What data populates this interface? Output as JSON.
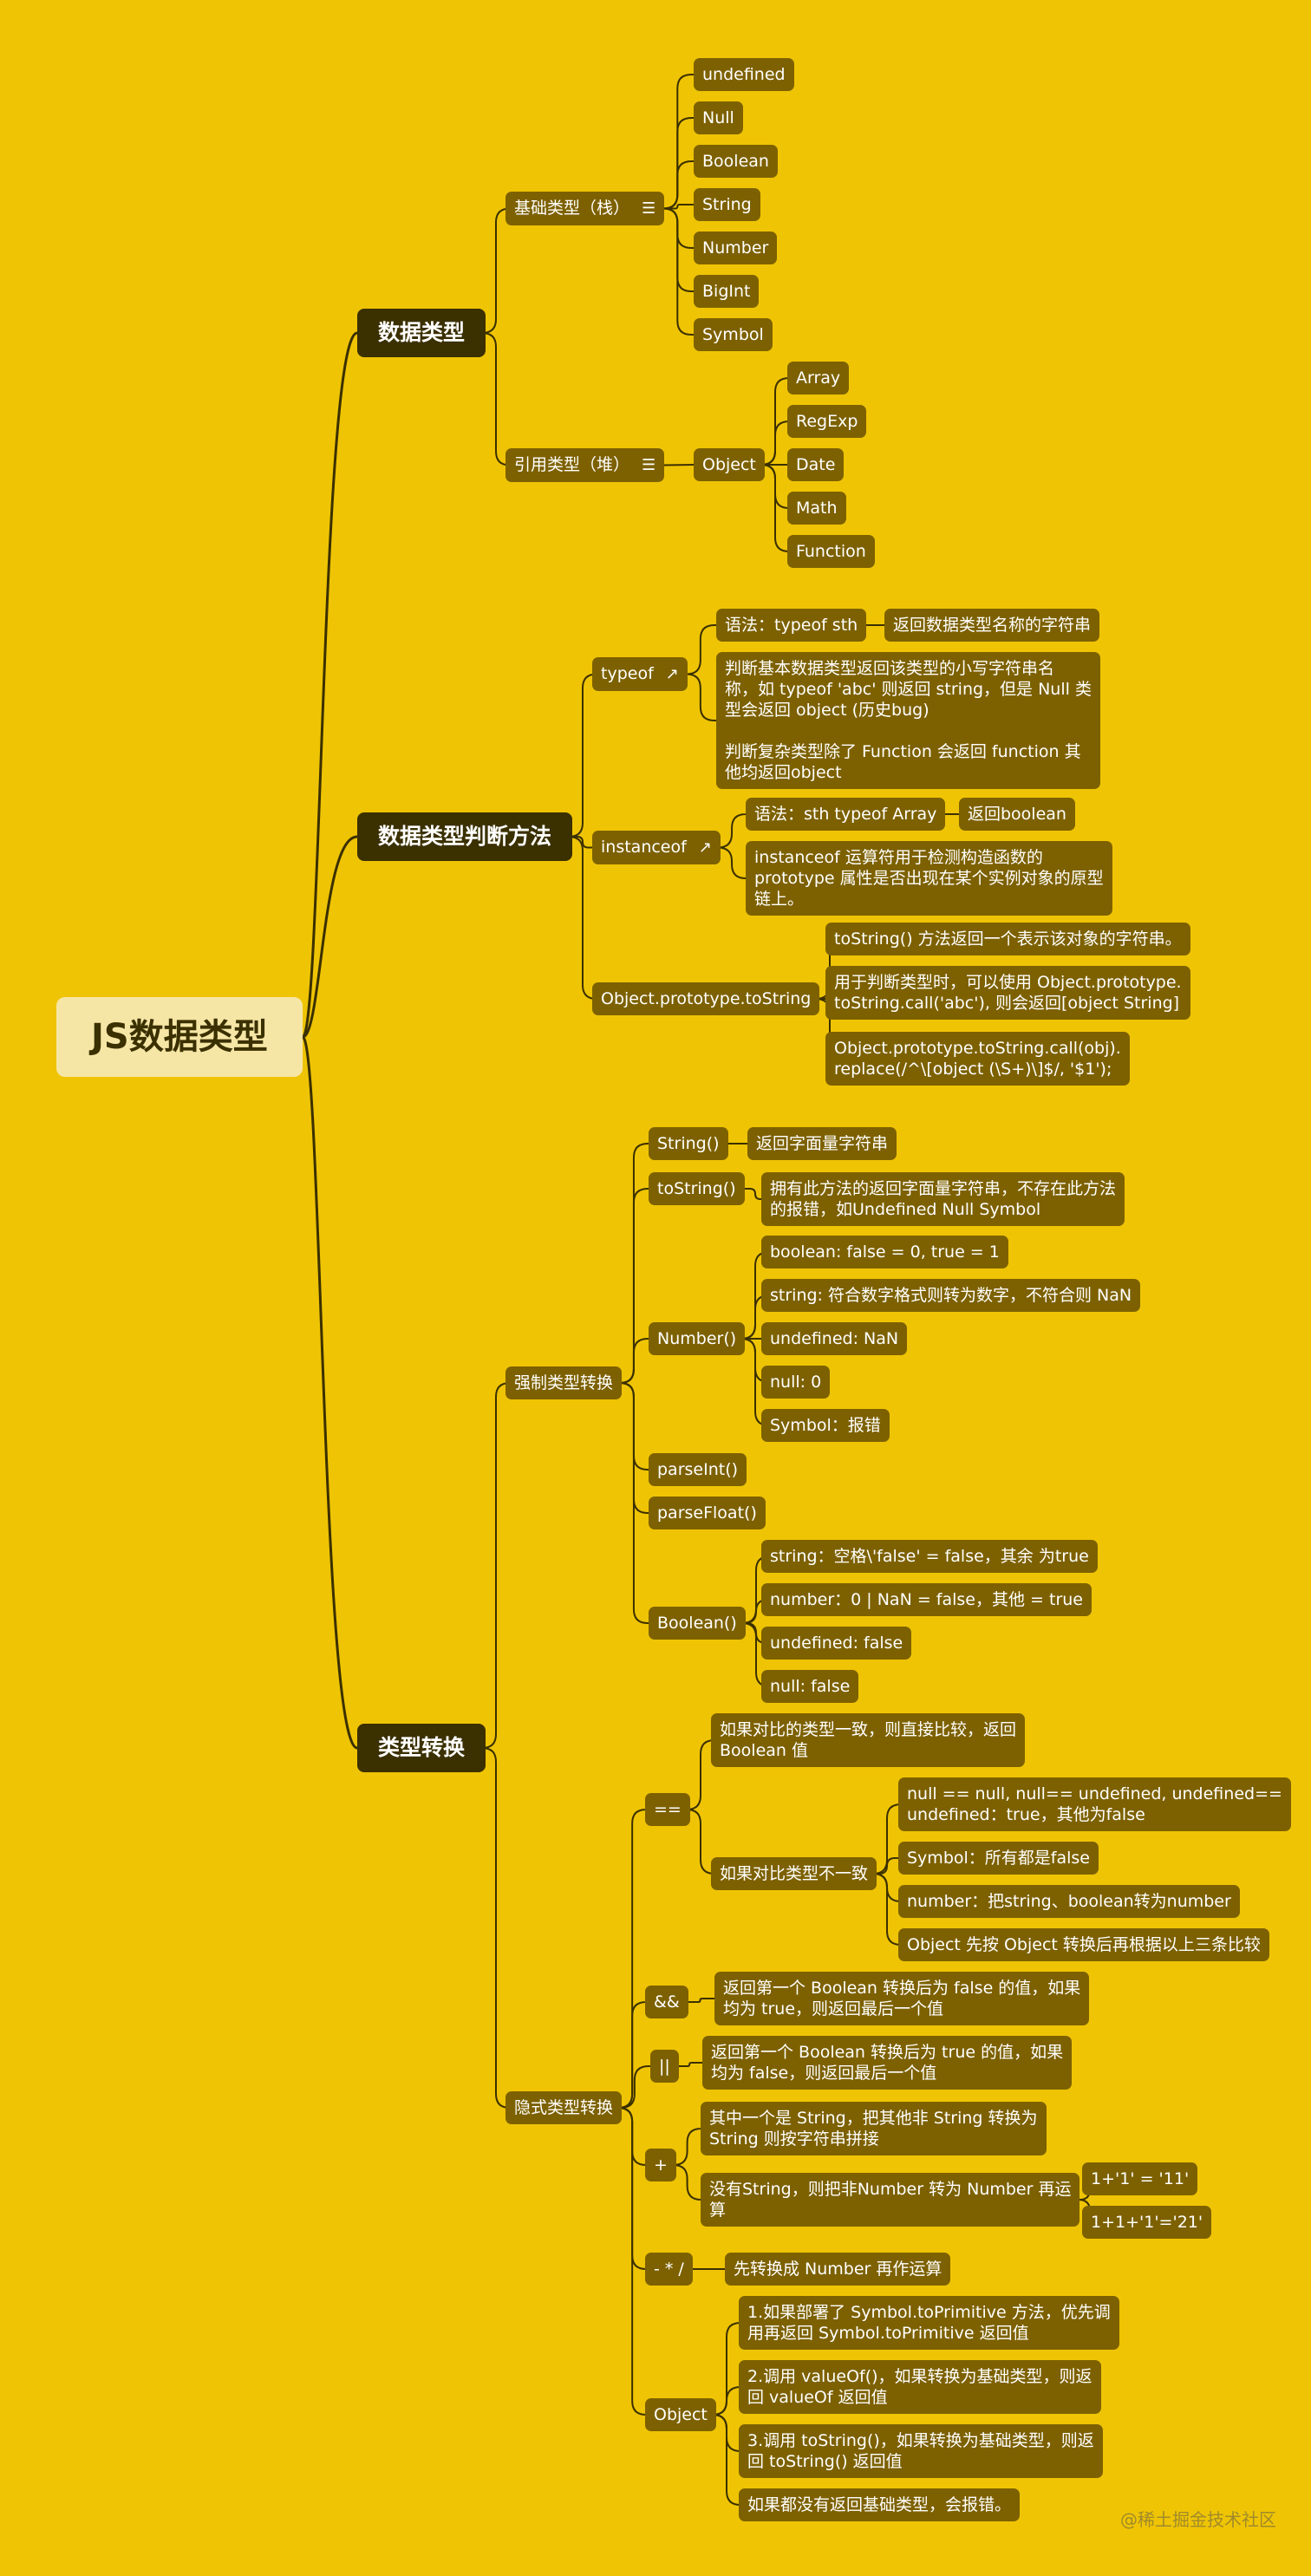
{
  "root": "JS数据类型",
  "watermark": "@稀土掘金技术社区",
  "colors": {
    "background": "#efc404",
    "node": "#7d6100",
    "level1": "#3b3000",
    "root": "#f6e6a6",
    "line": "#3b3000"
  },
  "nodes": [
    {
      "id": "data_types",
      "label": "数据类型",
      "parent": "root",
      "level": 1
    },
    {
      "id": "basic",
      "label": "基础类型（栈）",
      "parent": "data_types",
      "icon": "notes-icon"
    },
    {
      "id": "b1",
      "label": "undefined",
      "parent": "basic"
    },
    {
      "id": "b2",
      "label": "Null",
      "parent": "basic"
    },
    {
      "id": "b3",
      "label": "Boolean",
      "parent": "basic"
    },
    {
      "id": "b4",
      "label": "String",
      "parent": "basic"
    },
    {
      "id": "b5",
      "label": "Number",
      "parent": "basic"
    },
    {
      "id": "b6",
      "label": "BigInt",
      "parent": "basic"
    },
    {
      "id": "b7",
      "label": "Symbol",
      "parent": "basic"
    },
    {
      "id": "ref",
      "label": "引用类型（堆）",
      "parent": "data_types",
      "icon": "notes-icon"
    },
    {
      "id": "obj",
      "label": "Object",
      "parent": "ref"
    },
    {
      "id": "o1",
      "label": "Array",
      "parent": "obj"
    },
    {
      "id": "o2",
      "label": "RegExp",
      "parent": "obj"
    },
    {
      "id": "o3",
      "label": "Date",
      "parent": "obj"
    },
    {
      "id": "o4",
      "label": "Math",
      "parent": "obj"
    },
    {
      "id": "o5",
      "label": "Function",
      "parent": "obj"
    },
    {
      "id": "judge",
      "label": "数据类型判断方法",
      "parent": "root",
      "level": 1
    },
    {
      "id": "typeof",
      "label": "typeof",
      "parent": "judge",
      "icon": "external-link-icon"
    },
    {
      "id": "t1",
      "label": "语法：typeof sth",
      "parent": "typeof"
    },
    {
      "id": "t1a",
      "label": "返回数据类型名称的字符串",
      "parent": "t1"
    },
    {
      "id": "t2",
      "label": "判断基本数据类型返回该类型的小写字符串名\n称，如 typeof 'abc' 则返回 string，但是 Null 类\n型会返回 object (历史bug)\n\n判断复杂类型除了 Function 会返回 function 其\n他均返回object",
      "parent": "typeof"
    },
    {
      "id": "instanceof",
      "label": "instanceof",
      "parent": "judge",
      "icon": "external-link-icon"
    },
    {
      "id": "i1",
      "label": "语法：sth typeof Array",
      "parent": "instanceof"
    },
    {
      "id": "i1a",
      "label": "返回boolean",
      "parent": "i1"
    },
    {
      "id": "i2",
      "label": "instanceof 运算符用于检测构造函数的\nprototype 属性是否出现在某个实例对象的原型\n链上。",
      "parent": "instanceof"
    },
    {
      "id": "otostr",
      "label": "Object.prototype.toString",
      "parent": "judge"
    },
    {
      "id": "s1",
      "label": "toString() 方法返回一个表示该对象的字符串。",
      "parent": "otostr"
    },
    {
      "id": "s2",
      "label": "用于判断类型时，可以使用 Object.prototype.\ntoString.call('abc'), 则会返回[object String]",
      "parent": "otostr"
    },
    {
      "id": "s3",
      "label": "Object.prototype.toString.call(obj).\nreplace(/^\\[object (\\S+)\\]$/, '$1');",
      "parent": "otostr"
    },
    {
      "id": "conv",
      "label": "类型转换",
      "parent": "root",
      "level": 1
    },
    {
      "id": "force",
      "label": "强制类型转换",
      "parent": "conv"
    },
    {
      "id": "f1",
      "label": "String()",
      "parent": "force"
    },
    {
      "id": "f1a",
      "label": "返回字面量字符串",
      "parent": "f1"
    },
    {
      "id": "f2",
      "label": "toString()",
      "parent": "force"
    },
    {
      "id": "f2a",
      "label": "拥有此方法的返回字面量字符串，不存在此方法\n的报错，如Undefined Null Symbol",
      "parent": "f2"
    },
    {
      "id": "f3",
      "label": "Number()",
      "parent": "force"
    },
    {
      "id": "f3a",
      "label": "boolean: false = 0, true = 1",
      "parent": "f3"
    },
    {
      "id": "f3b",
      "label": "string: 符合数字格式则转为数字，不符合则 NaN",
      "parent": "f3"
    },
    {
      "id": "f3c",
      "label": "undefined: NaN",
      "parent": "f3"
    },
    {
      "id": "f3d",
      "label": "null: 0",
      "parent": "f3"
    },
    {
      "id": "f3e",
      "label": "Symbol：报错",
      "parent": "f3"
    },
    {
      "id": "f4",
      "label": "parseInt()",
      "parent": "force"
    },
    {
      "id": "f5",
      "label": "parseFloat()",
      "parent": "force"
    },
    {
      "id": "f6",
      "label": "Boolean()",
      "parent": "force"
    },
    {
      "id": "f6a",
      "label": "string：空格\\'false' = false，其余 为true",
      "parent": "f6"
    },
    {
      "id": "f6b",
      "label": "number：0 | NaN = false，其他 = true",
      "parent": "f6"
    },
    {
      "id": "f6c",
      "label": "undefined: false",
      "parent": "f6"
    },
    {
      "id": "f6d",
      "label": "null: false",
      "parent": "f6"
    },
    {
      "id": "implicit",
      "label": "隐式类型转换",
      "parent": "conv"
    },
    {
      "id": "eq",
      "label": "==",
      "parent": "implicit"
    },
    {
      "id": "eq1",
      "label": "如果对比的类型一致，则直接比较，返回\nBoolean 值",
      "parent": "eq"
    },
    {
      "id": "eq2",
      "label": "如果对比类型不一致",
      "parent": "eq"
    },
    {
      "id": "eq2a",
      "label": "null == null, null== undefined, undefined==\nundefined：true，其他为false",
      "parent": "eq2"
    },
    {
      "id": "eq2b",
      "label": "Symbol：所有都是false",
      "parent": "eq2"
    },
    {
      "id": "eq2c",
      "label": "number：把string、boolean转为number",
      "parent": "eq2"
    },
    {
      "id": "eq2d",
      "label": "Object 先按 Object 转换后再根据以上三条比较",
      "parent": "eq2"
    },
    {
      "id": "and",
      "label": "&&",
      "parent": "implicit"
    },
    {
      "id": "and1",
      "label": "返回第一个 Boolean 转换后为 false 的值，如果\n均为 true，则返回最后一个值",
      "parent": "and"
    },
    {
      "id": "or",
      "label": "||",
      "parent": "implicit"
    },
    {
      "id": "or1",
      "label": "返回第一个 Boolean 转换后为 true 的值，如果\n均为 false，则返回最后一个值",
      "parent": "or"
    },
    {
      "id": "plus",
      "label": "+",
      "parent": "implicit"
    },
    {
      "id": "plus1",
      "label": "其中一个是 String，把其他非 String 转换为\nString 则按字符串拼接",
      "parent": "plus"
    },
    {
      "id": "plus2",
      "label": "没有String，则把非Number 转为 Number 再运\n算",
      "parent": "plus"
    },
    {
      "id": "plus2a",
      "label": "1+'1' = '11'",
      "parent": "plus2"
    },
    {
      "id": "plus2b",
      "label": "1+1+'1'='21'",
      "parent": "plus2"
    },
    {
      "id": "arith",
      "label": "- * /",
      "parent": "implicit"
    },
    {
      "id": "arith1",
      "label": "先转换成 Number 再作运算",
      "parent": "arith"
    },
    {
      "id": "objc",
      "label": "Object",
      "parent": "implicit"
    },
    {
      "id": "objc1",
      "label": "1.如果部署了 Symbol.toPrimitive 方法，优先调\n用再返回 Symbol.toPrimitive 返回值",
      "parent": "objc"
    },
    {
      "id": "objc2",
      "label": "2.调用 valueOf()，如果转换为基础类型，则返\n回 valueOf 返回值",
      "parent": "objc"
    },
    {
      "id": "objc3",
      "label": "3.调用 toString()，如果转换为基础类型，则返\n回 toString() 返回值",
      "parent": "objc"
    },
    {
      "id": "objc4",
      "label": "如果都没有返回基础类型，会报错。",
      "parent": "objc"
    }
  ]
}
